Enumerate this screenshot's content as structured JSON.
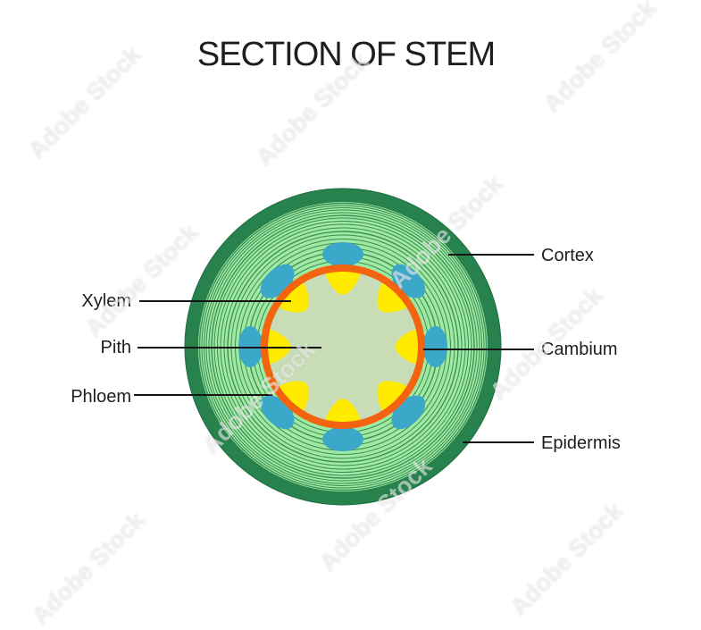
{
  "title": "SECTION OF STEM",
  "watermark": {
    "text": "Adobe Stock"
  },
  "diagram": {
    "left_labels": [
      {
        "label": "Xylem"
      },
      {
        "label": "Pith"
      },
      {
        "label": "Phloem"
      }
    ],
    "right_labels": [
      {
        "label": "Cortex"
      },
      {
        "label": "Cambium"
      },
      {
        "label": "Epidermis"
      }
    ],
    "colors": {
      "epidermis_ring": "#27824D",
      "cortex_fill": "#A0E9A2",
      "growth_ring_line": "#1E7540",
      "pith_fill": "#C8DDB6",
      "cambium_ring": "#F36310",
      "phloem_blob": "#3BA7C9",
      "xylem_petal": "#FFEB00",
      "text": "#1E1E1E"
    }
  }
}
